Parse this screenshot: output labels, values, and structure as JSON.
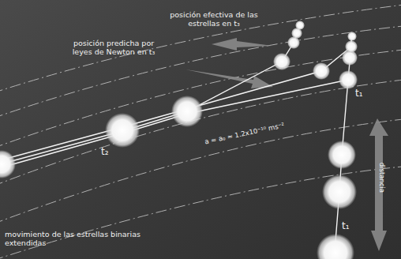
{
  "diagram": {
    "caption": "movimiento de las estrellas binarias extendidas",
    "labels": [
      "posición efectiva de las estrellas en t₃",
      "posición predicha por leyes de Newton en t₃",
      "t₁",
      "t₂",
      "t₁",
      "a ≈ a₀ ≈ 1.2x10⁻¹⁰ ms⁻²",
      "distancia"
    ]
  }
}
